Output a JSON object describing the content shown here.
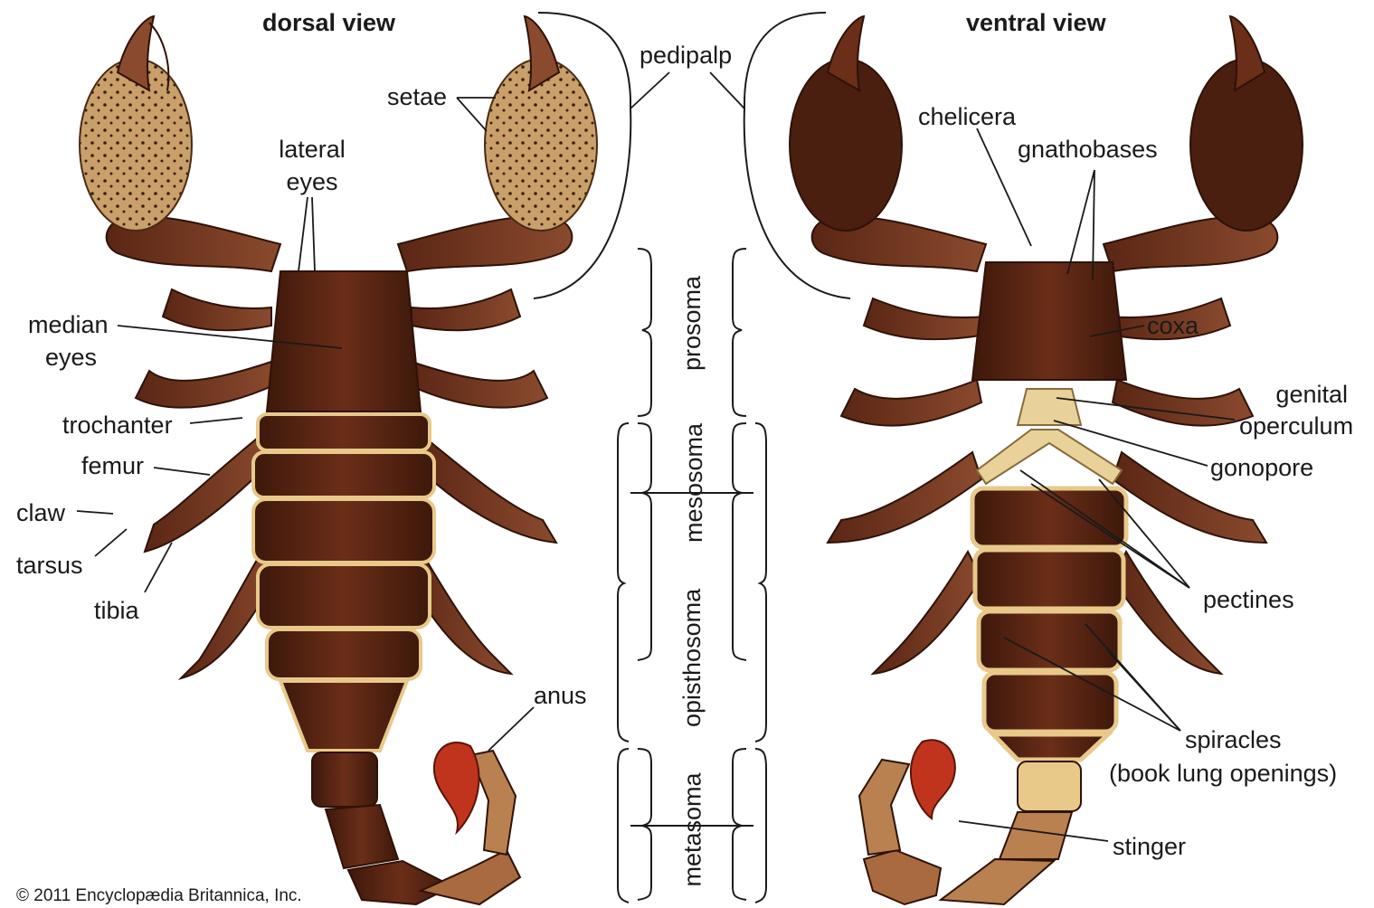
{
  "titles": {
    "dorsal": "dorsal view",
    "ventral": "ventral view"
  },
  "credit": "© 2011 Encyclopædia Britannica, Inc.",
  "labels": {
    "pedipalp": "pedipalp",
    "setae": "setae",
    "lateral_eyes_1": "lateral",
    "lateral_eyes_2": "eyes",
    "median_eyes_1": "median",
    "median_eyes_2": "eyes",
    "trochanter": "trochanter",
    "femur": "femur",
    "claw": "claw",
    "tarsus": "tarsus",
    "tibia": "tibia",
    "anus": "anus",
    "chelicera": "chelicera",
    "gnathobases": "gnathobases",
    "coxa": "coxa",
    "genital_1": "genital",
    "genital_2": "operculum",
    "gonopore": "gonopore",
    "pectines": "pectines",
    "spiracles_1": "spiracles",
    "spiracles_2": "(book lung openings)",
    "stinger": "stinger"
  },
  "regions": {
    "prosoma": "prosoma",
    "mesosoma": "mesosoma",
    "opisthosoma": "opisthosoma",
    "metasoma": "metasoma"
  },
  "colors": {
    "body_dark": "#4a1f10",
    "body_mid": "#6b2e18",
    "body_light": "#8a4a2e",
    "chela": "#c9a06a",
    "segment_line": "#e8c98a",
    "stinger_red": "#c0341d",
    "line": "#1a1a1a"
  }
}
